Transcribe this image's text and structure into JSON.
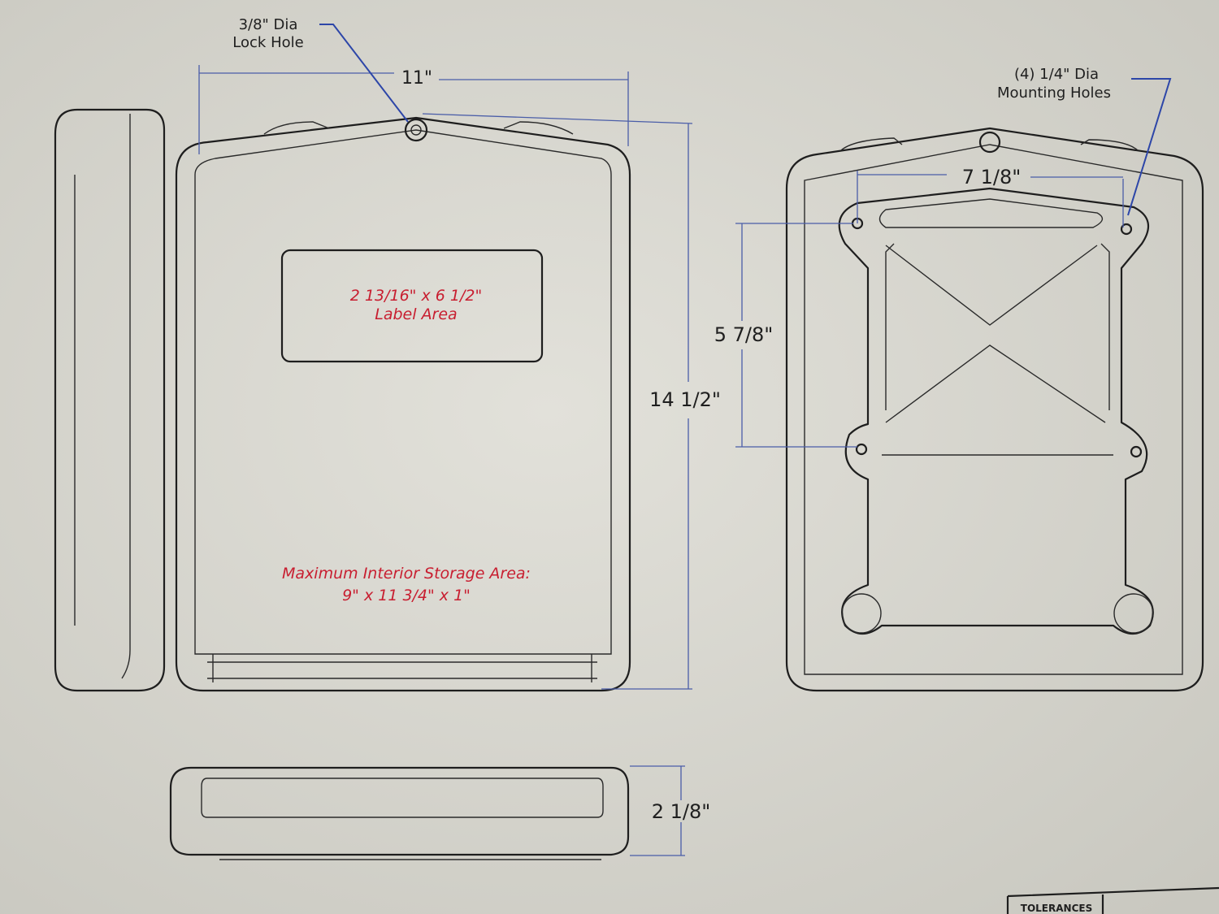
{
  "front_view": {
    "lock_hole_callout": [
      "3/8\" Dia",
      "Lock Hole"
    ],
    "width_dim": "11\"",
    "height_dim": "14  1/2\"",
    "label_area": [
      "2  13/16\"  x  6  1/2\"",
      "Label  Area"
    ],
    "storage_area": [
      "Maximum  Interior  Storage  Area:",
      "9\"  x  11  3/4\"  x  1\""
    ]
  },
  "bottom_view": {
    "depth_dim": "2  1/8\""
  },
  "back_view": {
    "mounting_callout": [
      "(4)   1/4\" Dia",
      "Mounting  Holes"
    ],
    "hole_spacing_h": "7  1/8\"",
    "hole_spacing_v": "5  7/8\""
  },
  "title_block": {
    "tolerances": "TOLERANCES"
  },
  "colors": {
    "line": "#1e1e1e",
    "dimension": "#4a5da8",
    "annotation": "#c81e30",
    "paper": "#d8d7cf"
  }
}
